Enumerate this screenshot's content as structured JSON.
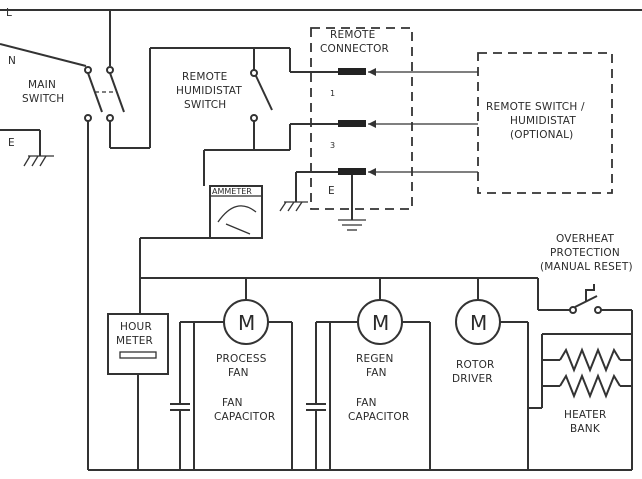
{
  "lines": {
    "l": "L",
    "n": "N",
    "e": "E"
  },
  "main_switch": {
    "line1": "MAIN",
    "line2": "SWITCH"
  },
  "remote_humidistat_switch": {
    "line1": "REMOTE",
    "line2": "HUMIDISTAT",
    "line3": "SWITCH"
  },
  "remote_connector": {
    "line1": "REMOTE",
    "line2": "CONNECTOR",
    "pins": [
      "1",
      "3",
      "E"
    ]
  },
  "remote_switch_box": {
    "line1": "REMOTE SWITCH /",
    "line2": "HUMIDISTAT",
    "line3": "(OPTIONAL)"
  },
  "ammeter": {
    "label": "AMMETER"
  },
  "hour_meter": {
    "line1": "HOUR",
    "line2": "METER"
  },
  "motor_symbol": "M",
  "process_fan": {
    "line1": "PROCESS",
    "line2": "FAN"
  },
  "regen_fan": {
    "line1": "REGEN",
    "line2": "FAN"
  },
  "rotor_driver": {
    "line1": "ROTOR",
    "line2": "DRIVER"
  },
  "fan_capacitor_1": {
    "line1": "FAN",
    "line2": "CAPACITOR"
  },
  "fan_capacitor_2": {
    "line1": "FAN",
    "line2": "CAPACITOR"
  },
  "overheat_protection": {
    "line1": "OVERHEAT",
    "line2": "PROTECTION",
    "line3": "(MANUAL RESET)"
  },
  "heater_bank": {
    "line1": "HEATER",
    "line2": "BANK"
  }
}
